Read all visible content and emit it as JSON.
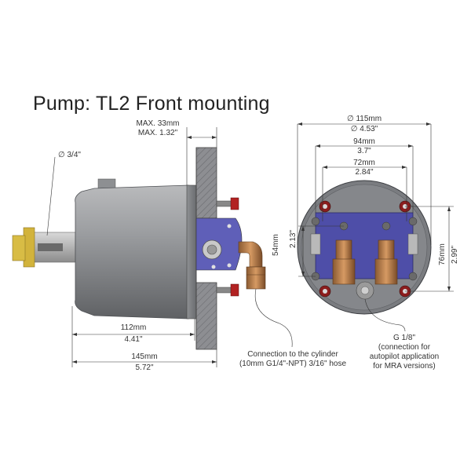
{
  "title": "Pump: TL2 Front mounting",
  "side_view": {
    "shaft_diameter": "∅ 3/4\"",
    "max_mm": "MAX. 33mm",
    "max_in": "MAX. 1.32\"",
    "body_mm": "112mm",
    "body_in": "4.41\"",
    "overall_mm": "145mm",
    "overall_in": "5.72\"",
    "cylinder_note_line1": "Connection to the cylinder",
    "cylinder_note_line2": "(10mm G1/4\"-NPT) 3/16\" hose"
  },
  "front_view": {
    "dia_mm": "∅ 115mm",
    "dia_in": "∅ 4.53\"",
    "w94_mm": "94mm",
    "w94_in": "3.7\"",
    "w72_mm": "72mm",
    "w72_in": "2.84\"",
    "h54_mm": "54mm",
    "h54_in": "2.13\"",
    "h76_mm": "76mm",
    "h76_in": "2.99\"",
    "port_line1": "G 1/8\"",
    "port_line2": "(connection for",
    "port_line3": "autopilot application",
    "port_line4": "for MRA versions)"
  }
}
